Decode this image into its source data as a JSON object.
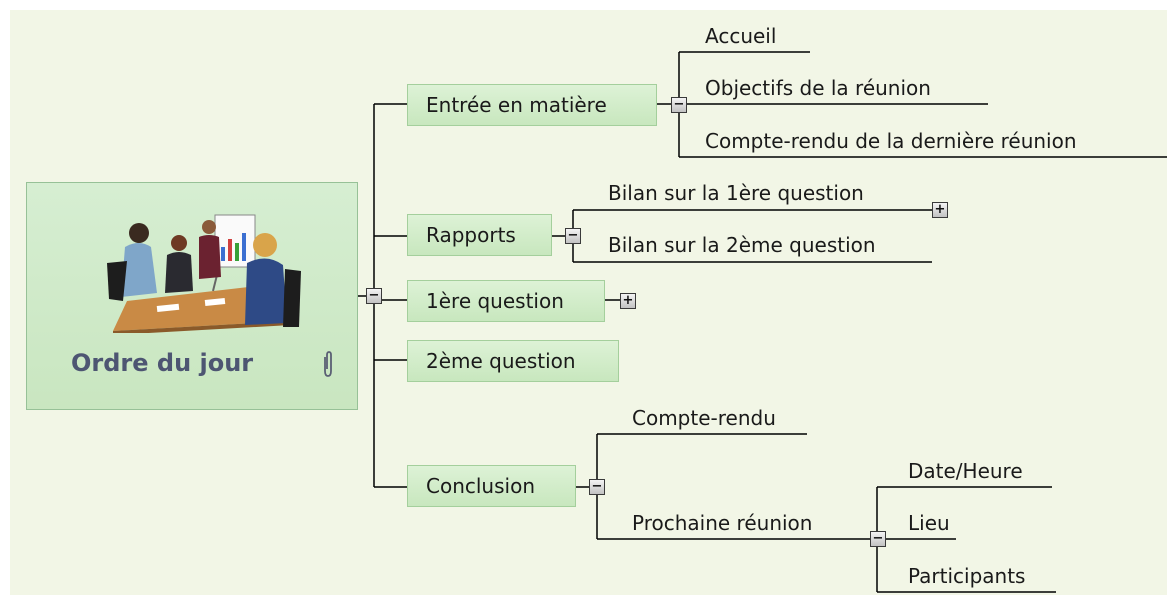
{
  "central": {
    "title": "Ordre du jour",
    "attachment_icon": "paperclip-icon",
    "image": "meeting-illustration"
  },
  "topics": [
    {
      "id": "entree",
      "label": "Entrée en matière",
      "toggle": "−",
      "children": [
        "Accueil",
        "Objectifs de la réunion",
        "Compte-rendu de la dernière réunion"
      ]
    },
    {
      "id": "rapports",
      "label": "Rapports",
      "toggle": "−",
      "children": [
        "Bilan sur la 1ère question",
        "Bilan sur la 2ème question"
      ],
      "child_toggle": "+"
    },
    {
      "id": "q1",
      "label": "1ère question",
      "toggle": "+"
    },
    {
      "id": "q2",
      "label": "2ème question"
    },
    {
      "id": "conclusion",
      "label": "Conclusion",
      "toggle": "−",
      "children": [
        "Compte-rendu",
        "Prochaine réunion"
      ],
      "subtopic": {
        "label": "Prochaine réunion",
        "toggle": "−",
        "children": [
          "Date/Heure",
          "Lieu",
          "Participants"
        ]
      }
    }
  ],
  "central_toggle": "−",
  "colors": {
    "background": "#f2f6e6",
    "topic_fill": "#d2ecc9",
    "topic_border": "#a4cf9c",
    "central_title": "#4d5572",
    "line": "#000000"
  }
}
